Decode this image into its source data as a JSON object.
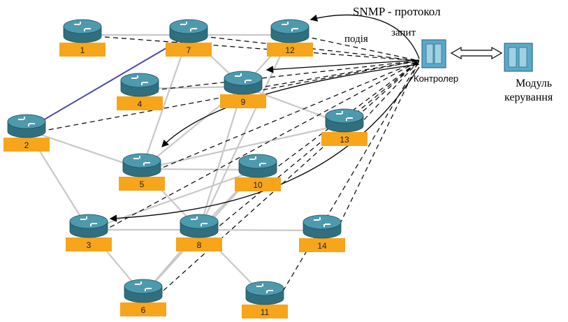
{
  "colors": {
    "link": "#c8c8c8",
    "special_link": "#4a4ab0",
    "dashed": "#000000",
    "label_box": "#f7a51b",
    "router_top": "#4d9aae",
    "router_side": "#2f6f80",
    "controller": "#5aa9c9"
  },
  "texts": {
    "snmp_label": "SNMP - протокол",
    "zapyt_label": "запит",
    "podiya_label": "подія",
    "controller_label": "Контролер",
    "module_label_line1": "Модуль",
    "module_label_line2": "керування"
  },
  "icons": {
    "router": "router-icon",
    "controller": "controller-icon",
    "module": "module-icon"
  },
  "nodes": [
    {
      "id": "1",
      "label": "1"
    },
    {
      "id": "2",
      "label": "2"
    },
    {
      "id": "3",
      "label": "3"
    },
    {
      "id": "4",
      "label": "4"
    },
    {
      "id": "5",
      "label": "5"
    },
    {
      "id": "6",
      "label": "6"
    },
    {
      "id": "7",
      "label": "7"
    },
    {
      "id": "8",
      "label": "8"
    },
    {
      "id": "9",
      "label": "9"
    },
    {
      "id": "10",
      "label": "10"
    },
    {
      "id": "11",
      "label": "11"
    },
    {
      "id": "12",
      "label": "12"
    },
    {
      "id": "13",
      "label": "13"
    },
    {
      "id": "14",
      "label": "14"
    }
  ],
  "links": [
    [
      "1",
      "7"
    ],
    [
      "7",
      "12"
    ],
    [
      "2",
      "7"
    ],
    [
      "7",
      "5"
    ],
    [
      "7",
      "9"
    ],
    [
      "2",
      "5"
    ],
    [
      "2",
      "3"
    ],
    [
      "4",
      "9"
    ],
    [
      "12",
      "9"
    ],
    [
      "9",
      "13"
    ],
    [
      "9",
      "5"
    ],
    [
      "9",
      "8"
    ],
    [
      "5",
      "13"
    ],
    [
      "5",
      "10"
    ],
    [
      "5",
      "8"
    ],
    [
      "3",
      "8"
    ],
    [
      "3",
      "6"
    ],
    [
      "8",
      "14"
    ],
    [
      "8",
      "11"
    ],
    [
      "8",
      "10"
    ],
    [
      "6",
      "8"
    ],
    [
      "6",
      "10"
    ],
    [
      "3",
      "10"
    ],
    [
      "12",
      "8"
    ]
  ],
  "dashed_links": [
    "1",
    "7",
    "12",
    "4",
    "9",
    "2",
    "13",
    "5",
    "10",
    "3",
    "8",
    "6",
    "14",
    "11"
  ],
  "solid_arrows": [
    "12",
    "9",
    "5",
    "3"
  ]
}
